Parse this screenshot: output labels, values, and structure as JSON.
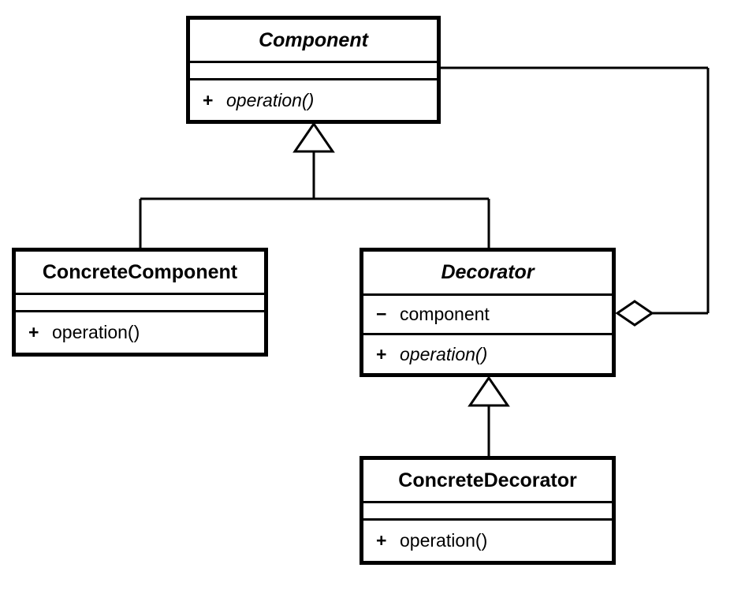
{
  "diagram": {
    "type": "uml-class-diagram",
    "pattern_name": "Decorator",
    "background_color": "#ffffff",
    "line_color": "#000000"
  },
  "classes": {
    "component": {
      "name": "Component",
      "abstract": true,
      "attributes": [],
      "operations": [
        {
          "visibility": "+",
          "name": "operation()",
          "abstract": true
        }
      ]
    },
    "concrete_component": {
      "name": "ConcreteComponent",
      "abstract": false,
      "attributes": [],
      "operations": [
        {
          "visibility": "+",
          "name": "operation()",
          "abstract": false
        }
      ]
    },
    "decorator": {
      "name": "Decorator",
      "abstract": true,
      "attributes": [
        {
          "visibility": "−",
          "name": "component",
          "abstract": false
        }
      ],
      "operations": [
        {
          "visibility": "+",
          "name": "operation()",
          "abstract": true
        }
      ]
    },
    "concrete_decorator": {
      "name": "ConcreteDecorator",
      "abstract": false,
      "attributes": [],
      "operations": [
        {
          "visibility": "+",
          "name": "operation()",
          "abstract": false
        }
      ]
    }
  },
  "relationships": [
    {
      "id": "gen-concrete-component",
      "kind": "generalization",
      "from": "ConcreteComponent",
      "to": "Component",
      "arrow": "hollow-triangle"
    },
    {
      "id": "gen-decorator",
      "kind": "generalization",
      "from": "Decorator",
      "to": "Component",
      "arrow": "hollow-triangle"
    },
    {
      "id": "gen-concrete-decorator",
      "kind": "generalization",
      "from": "ConcreteDecorator",
      "to": "Decorator",
      "arrow": "hollow-triangle"
    },
    {
      "id": "agg-decorator-component",
      "kind": "aggregation",
      "from": "Decorator",
      "to": "Component",
      "arrow": "hollow-diamond"
    }
  ]
}
